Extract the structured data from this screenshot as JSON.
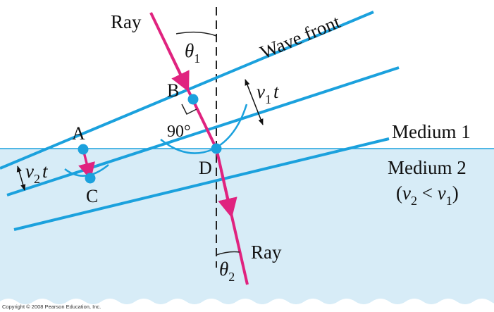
{
  "labels": {
    "ray_in": "Ray",
    "ray_out": "Ray",
    "wave_front": "Wave front",
    "theta1_sym": "θ",
    "theta1_sub": "1",
    "theta2_sym": "θ",
    "theta2_sub": "2",
    "right_angle": "90°",
    "point_a": "A",
    "point_b": "B",
    "point_c": "C",
    "point_d": "D",
    "v1t_v": "v",
    "v1t_sub": "1",
    "v1t_t": "t",
    "v2t_v": "v",
    "v2t_sub": "2",
    "v2t_t": "t",
    "medium1": "Medium 1",
    "medium2": "Medium 2",
    "condition_open": "(",
    "condition_v2": "v",
    "condition_v2_sub": "2",
    "condition_lt": " < ",
    "condition_v1": "v",
    "condition_v1_sub": "1",
    "condition_close": ")"
  },
  "copyright": "Copyright © 2008 Pearson Education, Inc.",
  "colors": {
    "ray": "#e0237f",
    "wavefront": "#1ba1dd",
    "medium2_fill": "#d7ecf7",
    "interface": "#1ba1dd",
    "point": "#1ba1dd",
    "normal": "#222222",
    "text": "#111111"
  }
}
